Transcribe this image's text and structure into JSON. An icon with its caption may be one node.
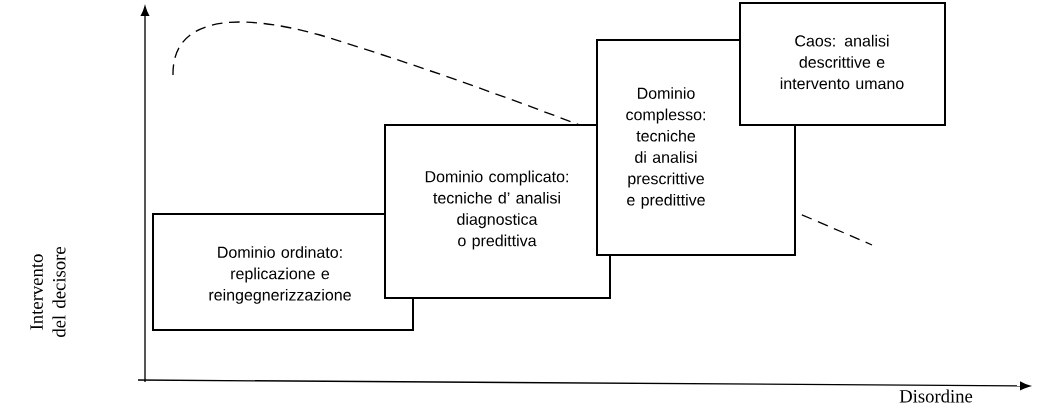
{
  "diagram": {
    "nodes": [
      {
        "text": [
          "Dominio ordinato: replicazione e reingegnerizzazione"
        ]
      },
      {
        "text": [
          "Dominio complicato: tecniche d’ analisi diagnostica o predittiva"
        ]
      },
      {
        "text": [
          "Dominio complesso: tecniche di analisi prescrittive e predittive"
        ]
      },
      {
        "text": [
          "Caos: analisi descrittive e intervento umano"
        ]
      }
    ],
    "labels": [
      "Intervento del decisore",
      "Disordine"
    ]
  }
}
